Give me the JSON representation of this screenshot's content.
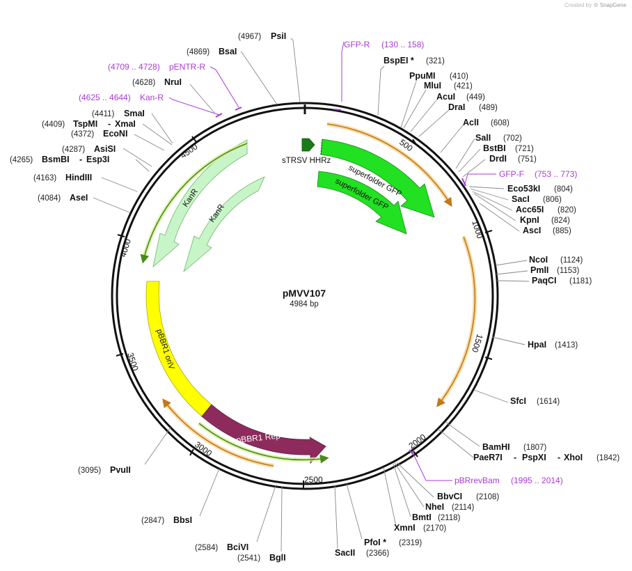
{
  "credit": {
    "text": "Created by",
    "brand": "SnapGene"
  },
  "plasmid": {
    "name": "pMVV107",
    "length": "4984 bp",
    "bp": 4984
  },
  "ticks": [
    "500",
    "1000",
    "1500",
    "2000",
    "2500",
    "3000",
    "3500",
    "4000",
    "4500"
  ],
  "features": [
    {
      "name": "sTRSV HHRz",
      "color": "#1a7a1a"
    },
    {
      "name": "superfolder GFP",
      "color": "#22e022"
    },
    {
      "name": "superfolder GFP",
      "color": "#22e022"
    },
    {
      "name": "KanR",
      "color": "#c8f5c8"
    },
    {
      "name": "KanR",
      "color": "#c8f5c8"
    },
    {
      "name": "pBBR1 oriV",
      "color": "#ffff00"
    },
    {
      "name": "pBBR1 Rep",
      "color": "#8e2b5d"
    }
  ],
  "primers": [
    {
      "name": "GFP-R",
      "range": "(130 .. 158)"
    },
    {
      "name": "GFP-F",
      "range": "(753 .. 773)"
    },
    {
      "name": "pBRrevBam",
      "range": "(1995 .. 2014)"
    },
    {
      "name": "pENTR-R",
      "range": "(4709 .. 4728)"
    },
    {
      "name": "Kan-R",
      "range": "(4625 .. 4644)"
    }
  ],
  "enzymes": [
    {
      "name": "PsiI",
      "pos": "(4967)"
    },
    {
      "name": "BsaI",
      "pos": "(4869)"
    },
    {
      "name": "NruI",
      "pos": "(4628)"
    },
    {
      "name": "SmaI",
      "pos": "(4411)"
    },
    {
      "name": "TspMI",
      "name2": "XmaI",
      "pos": "(4409)"
    },
    {
      "name": "EcoNI",
      "pos": "(4372)"
    },
    {
      "name": "AsiSI",
      "pos": "(4287)"
    },
    {
      "name": "BsmBI",
      "name2": "Esp3I",
      "pos": "(4265)"
    },
    {
      "name": "HindIII",
      "pos": "(4163)"
    },
    {
      "name": "AseI",
      "pos": "(4084)"
    },
    {
      "name": "BspEI *",
      "pos": "(321)"
    },
    {
      "name": "PpuMI",
      "pos": "(410)"
    },
    {
      "name": "MluI",
      "pos": "(421)"
    },
    {
      "name": "AcuI",
      "pos": "(449)"
    },
    {
      "name": "DraI",
      "pos": "(489)"
    },
    {
      "name": "AclI",
      "pos": "(608)"
    },
    {
      "name": "SalI",
      "pos": "(702)"
    },
    {
      "name": "BstBI",
      "pos": "(721)"
    },
    {
      "name": "DrdI",
      "pos": "(751)"
    },
    {
      "name": "Eco53kI",
      "pos": "(804)"
    },
    {
      "name": "SacI",
      "pos": "(806)"
    },
    {
      "name": "Acc65I",
      "pos": "(820)"
    },
    {
      "name": "KpnI",
      "pos": "(824)"
    },
    {
      "name": "AscI",
      "pos": "(885)"
    },
    {
      "name": "NcoI",
      "pos": "(1124)"
    },
    {
      "name": "PmlI",
      "pos": "(1153)"
    },
    {
      "name": "PaqCI",
      "pos": "(1181)"
    },
    {
      "name": "HpaI",
      "pos": "(1413)"
    },
    {
      "name": "SfcI",
      "pos": "(1614)"
    },
    {
      "name": "BamHI",
      "pos": "(1807)"
    },
    {
      "name": "PaeR7I",
      "name2": "PspXI",
      "name3": "XhoI",
      "pos": "(1842)"
    },
    {
      "name": "BbvCI",
      "pos": "(2108)"
    },
    {
      "name": "NheI",
      "pos": "(2114)"
    },
    {
      "name": "BmtI",
      "pos": "(2118)"
    },
    {
      "name": "XmnI",
      "pos": "(2170)"
    },
    {
      "name": "PfoI *",
      "pos": "(2319)"
    },
    {
      "name": "SacII",
      "pos": "(2366)"
    },
    {
      "name": "BglI",
      "pos": "(2541)"
    },
    {
      "name": "BciVI",
      "pos": "(2584)"
    },
    {
      "name": "BbsI",
      "pos": "(2847)"
    },
    {
      "name": "PvuII",
      "pos": "(3095)"
    }
  ]
}
